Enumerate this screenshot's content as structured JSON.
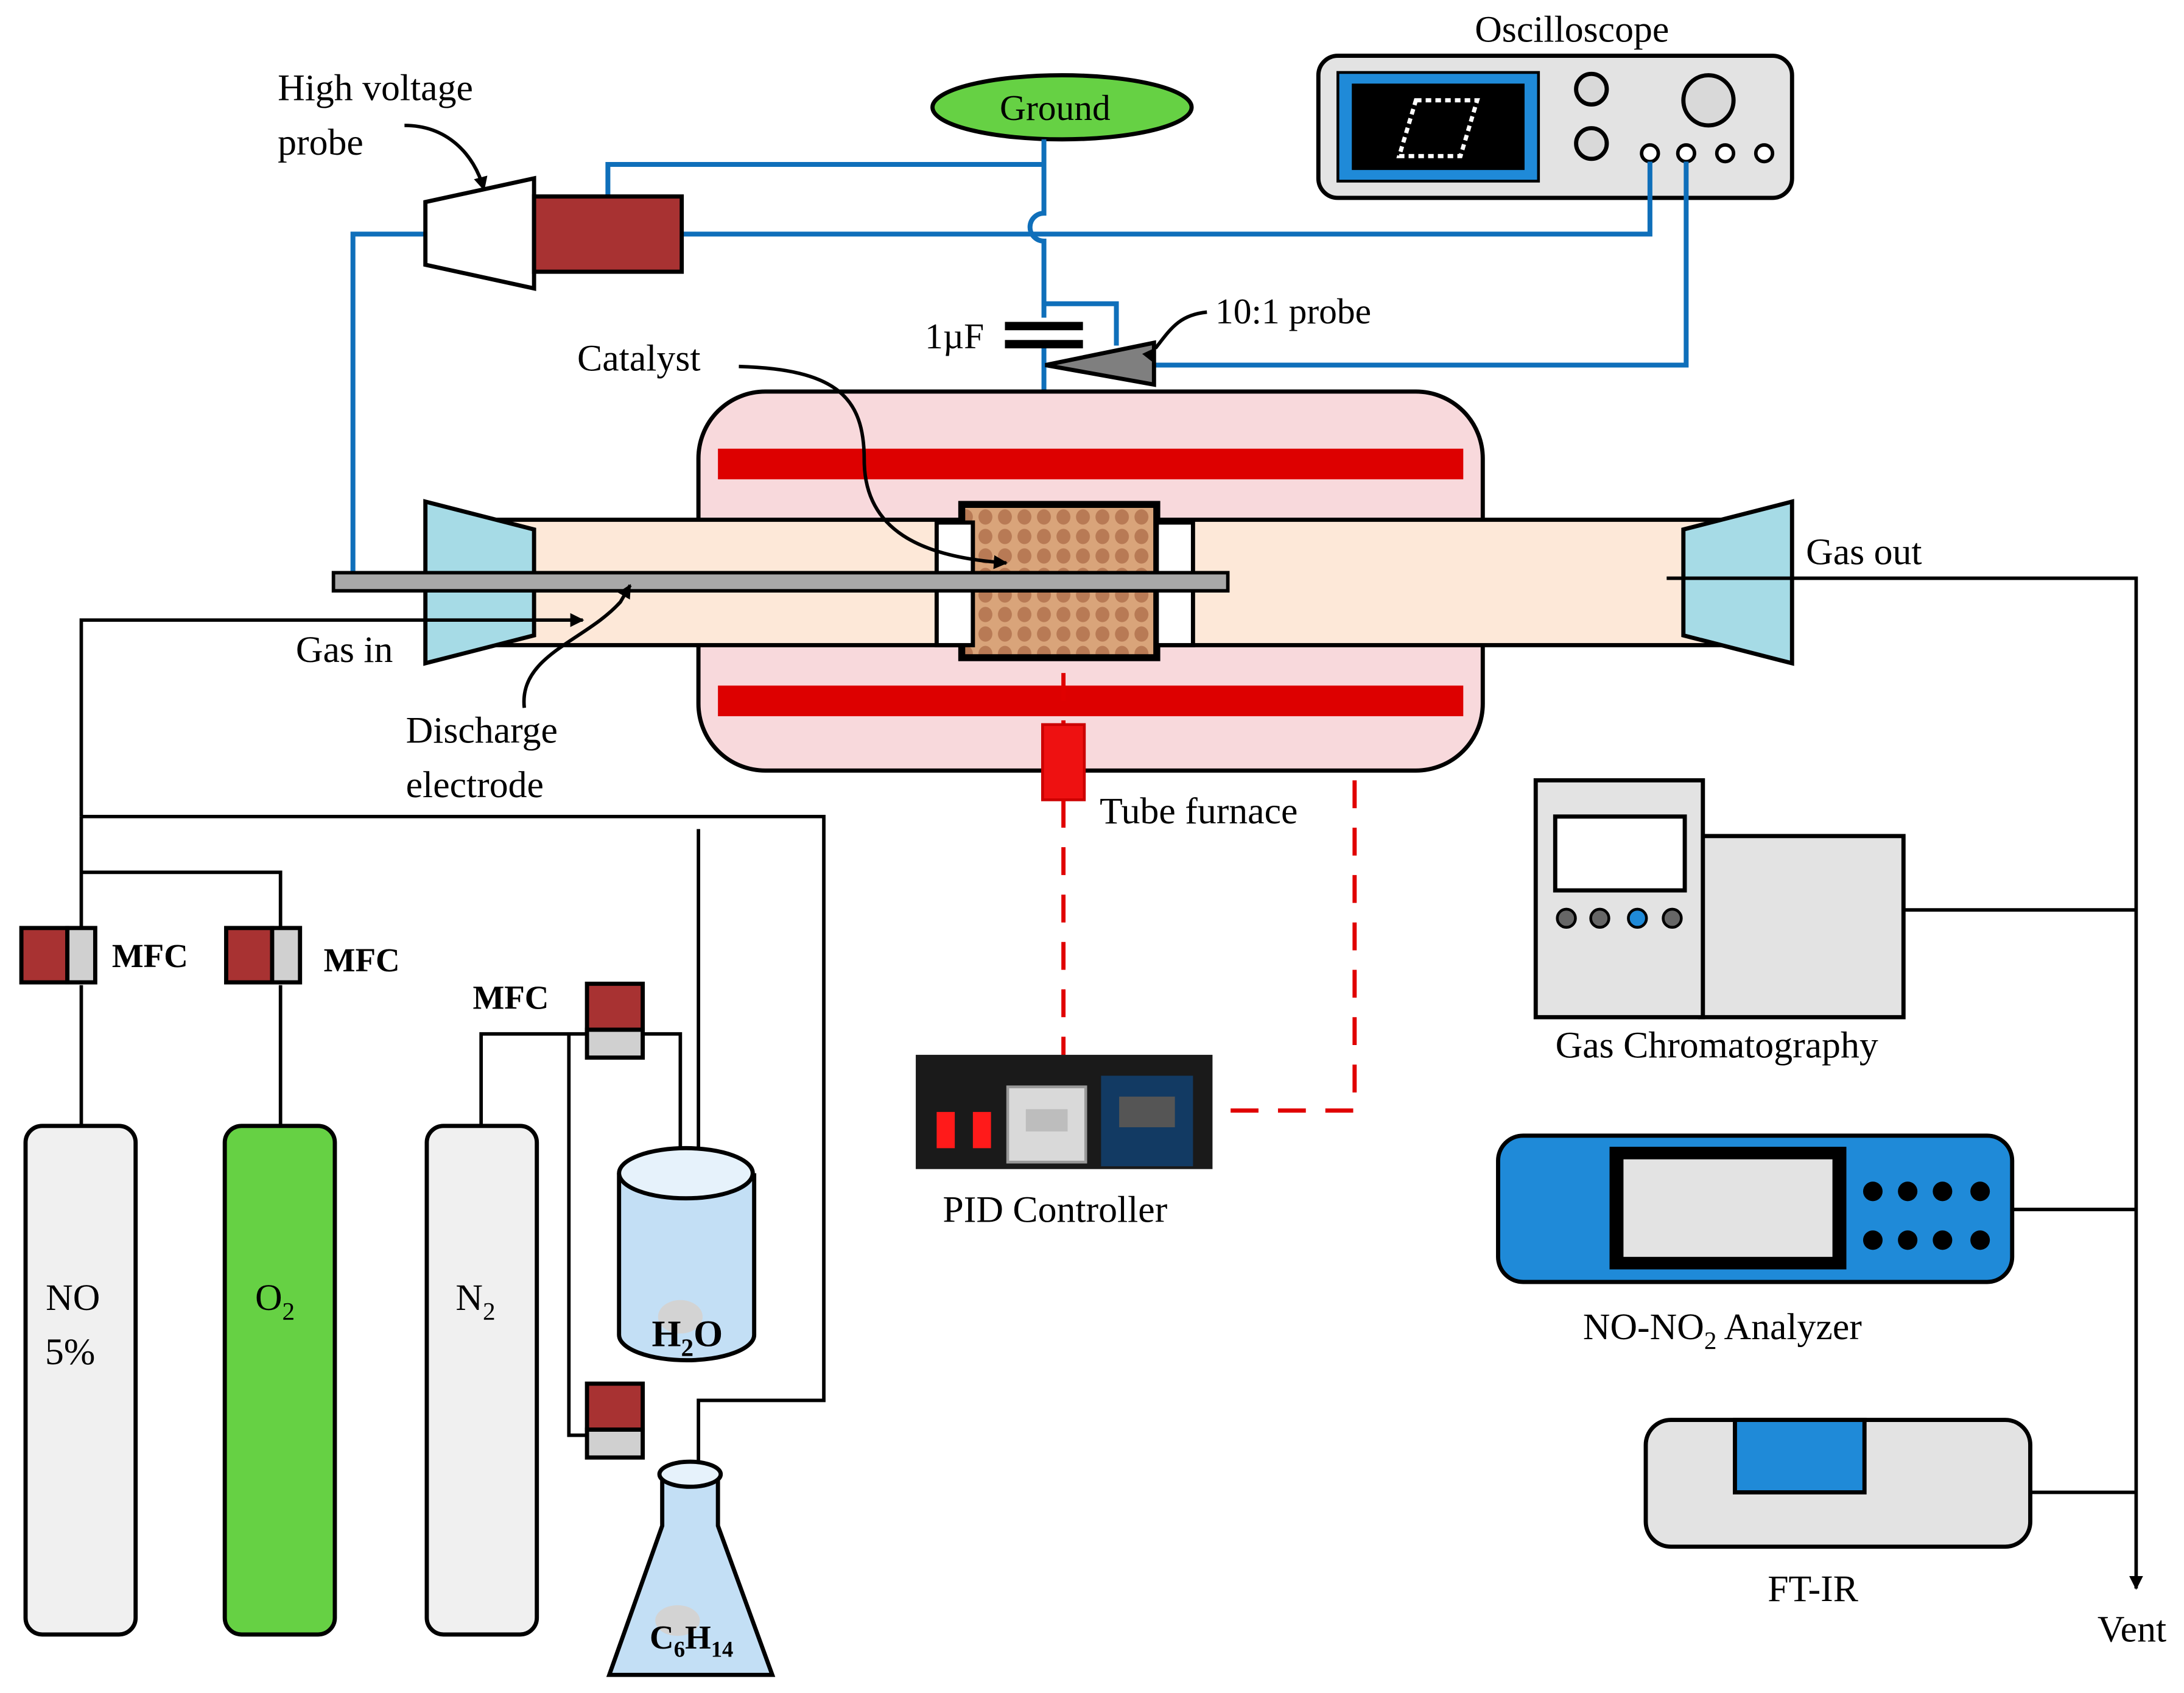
{
  "labels": {
    "oscilloscope": "Oscilloscope",
    "ground": "Ground",
    "hv_probe_line1": "High voltage",
    "hv_probe_line2": "probe",
    "capacitor": "1µF",
    "probe_10_1": "10:1 probe",
    "catalyst": "Catalyst",
    "gas_in": "Gas in",
    "gas_out": "Gas out",
    "discharge_line1": "Discharge",
    "discharge_line2": "electrode",
    "tube_furnace": "Tube furnace",
    "pid_controller": "PID Controller",
    "gas_chromatography": "Gas  Chromatography",
    "no_no2_analyzer_pre": "NO-NO",
    "no_no2_analyzer_sub": "2",
    "no_no2_analyzer_post": " Analyzer",
    "ftir": "FT-IR",
    "vent": "Vent",
    "mfc_1": "MFC",
    "mfc_2": "MFC",
    "mfc_3": "MFC"
  },
  "cylinders": {
    "no_line1": "NO",
    "no_line2": "5%",
    "o2_main": "O",
    "o2_sub": "2",
    "n2_main": "N",
    "n2_sub": "2"
  },
  "vessels": {
    "h2o_pre": "H",
    "h2o_sub": "2",
    "h2o_post": "O",
    "hexane_pre": "C",
    "hexane_sub1": "6",
    "hexane_mid": "H",
    "hexane_sub2": "14"
  },
  "colors": {
    "wire_blue": "#0f6fba",
    "mfc_red": "#a83232",
    "ground_green": "#66d144",
    "o2_green": "#66d144",
    "heater_red": "#dd0000",
    "furnace_fill": "#f8d9dc",
    "tube_fill": "#fde8d8",
    "cap_blue": "#a6dbe6",
    "analyzer_blue": "#1f8ad8"
  }
}
